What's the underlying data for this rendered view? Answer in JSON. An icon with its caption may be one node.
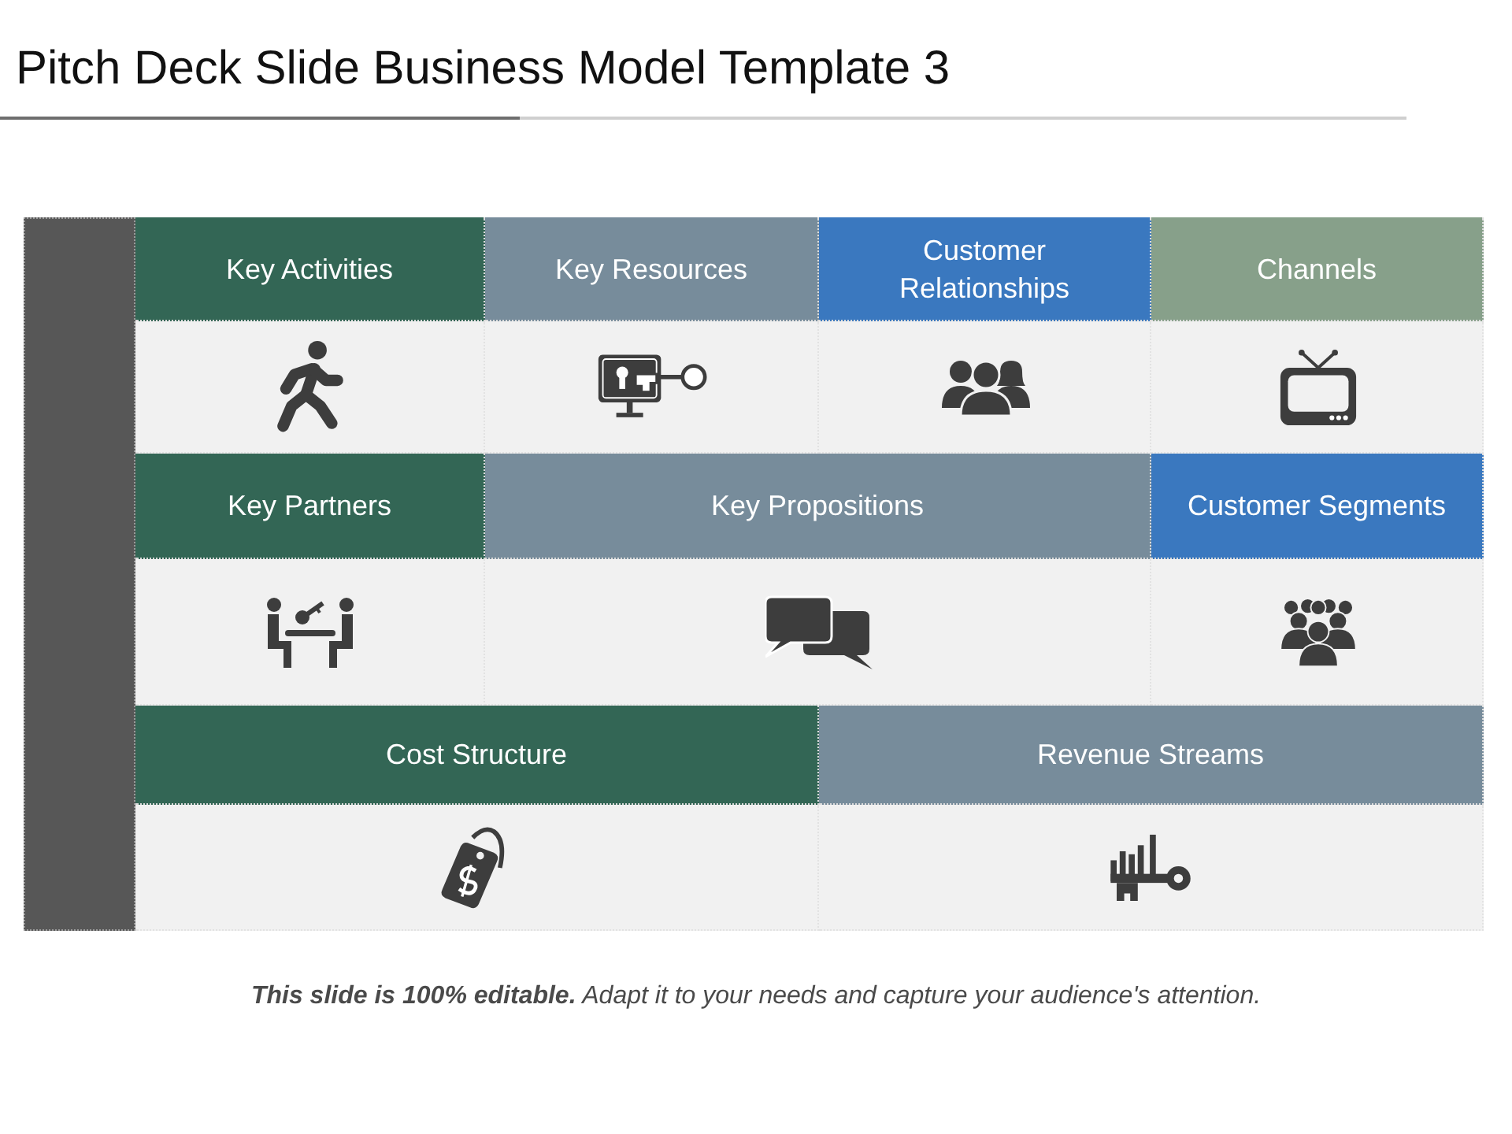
{
  "diagram": {
    "title": "Pitch Deck Slide Business Model Template 3",
    "caption": "**This slide is 100% editable.** Adapt it to your needs and capture your audience's attention.",
    "nodes": [
      {
        "text": [],
        "shape": "bar"
      },
      {
        "text": [
          "Key Activities"
        ]
      },
      {
        "text": [
          "Key Resources"
        ]
      },
      {
        "text": [
          "Customer Relationships"
        ]
      },
      {
        "text": [
          "Channels"
        ]
      },
      {
        "text": [
          "Key Partners"
        ]
      },
      {
        "text": [
          "Key Propositions"
        ]
      },
      {
        "text": [
          "Customer Segments"
        ]
      },
      {
        "text": [
          "Cost Structure"
        ]
      },
      {
        "text": [
          "Revenue Streams"
        ]
      }
    ]
  }
}
